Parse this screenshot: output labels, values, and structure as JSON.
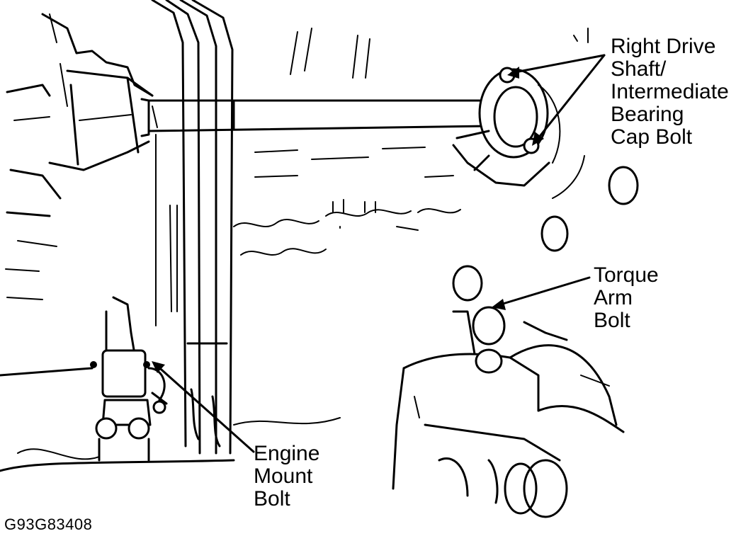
{
  "labels": {
    "right_drive_shaft": [
      "Right Drive",
      "Shaft/",
      "Intermediate",
      "Bearing",
      "Cap Bolt"
    ],
    "torque_arm": [
      "Torque",
      "Arm",
      "Bolt"
    ],
    "engine_mount": [
      "Engine",
      "Mount",
      "Bolt"
    ]
  },
  "figure_id": "G93G83408"
}
